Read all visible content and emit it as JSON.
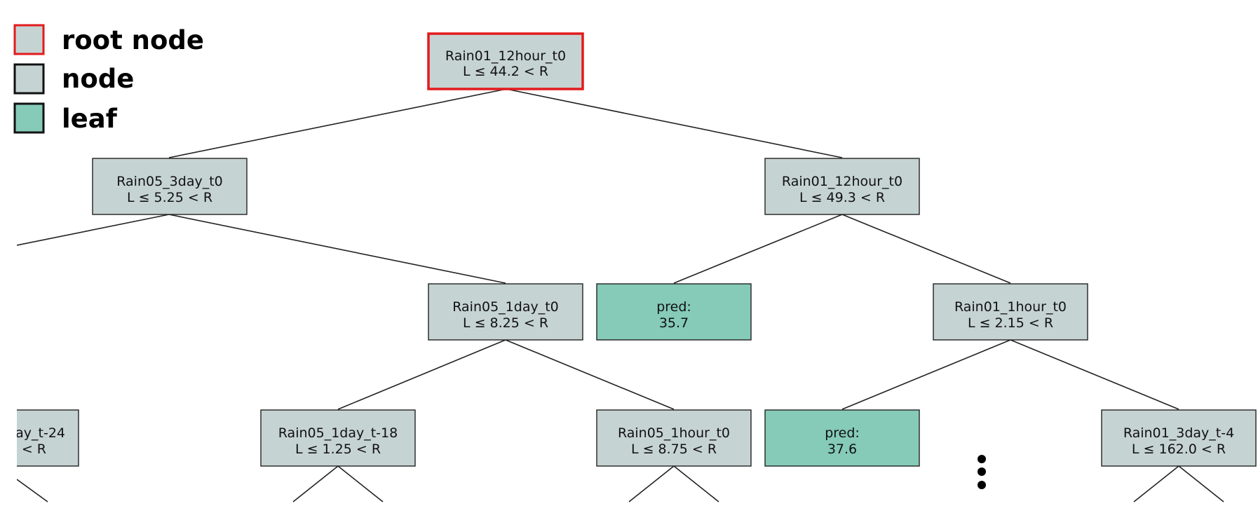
{
  "legend": {
    "items": [
      {
        "label": "root node",
        "fill": "#c6d3d3",
        "stroke": "#e31a1c"
      },
      {
        "label": "node",
        "fill": "#c6d3d3",
        "stroke": "#222222"
      },
      {
        "label": "leaf",
        "fill": "#85cbb7",
        "stroke": "#222222"
      }
    ]
  },
  "colors": {
    "node_fill": "#c6d3d3",
    "leaf_fill": "#85cbb7",
    "root_border": "#e31a1c",
    "edge": "#222222"
  },
  "tree": {
    "root": {
      "feature": "Rain01_12hour_t0",
      "rule": "L ≤ 44.2 < R"
    },
    "left": {
      "feature": "Rain05_3day_t0",
      "rule": "L ≤ 5.25 < R"
    },
    "left_left_partial": {
      "feature": "ay_t-24",
      "rule": "< R"
    },
    "left_right": {
      "feature": "Rain05_1day_t0",
      "rule": "L ≤ 8.25 < R"
    },
    "left_right_left": {
      "feature": "Rain05_1day_t-18",
      "rule": "L ≤ 1.25 < R"
    },
    "left_right_right": {
      "feature": "Rain05_1hour_t0",
      "rule": "L ≤ 8.75 < R"
    },
    "right": {
      "feature": "Rain01_12hour_t0",
      "rule": "L ≤ 49.3 < R"
    },
    "right_left_leaf": {
      "label": "pred:",
      "value": "35.7"
    },
    "right_right": {
      "feature": "Rain01_1hour_t0",
      "rule": "L ≤ 2.15 < R"
    },
    "right_right_left_leaf": {
      "label": "pred:",
      "value": "37.6"
    },
    "right_right_right": {
      "feature": "Rain01_3day_t-4",
      "rule": "L ≤ 162.0 < R"
    }
  }
}
